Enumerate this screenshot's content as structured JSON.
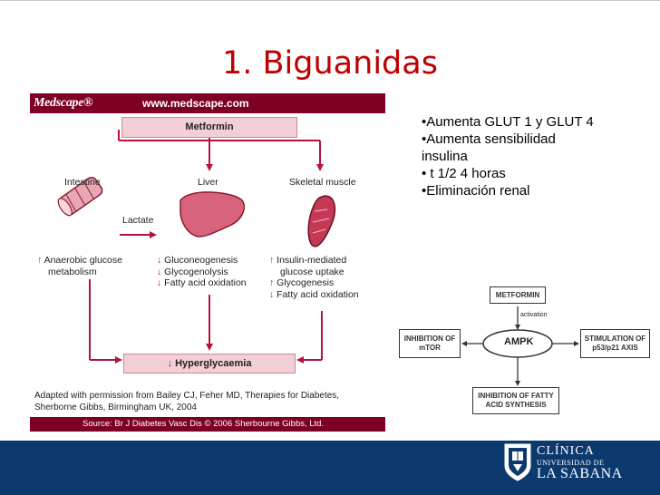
{
  "slide": {
    "title": "1. Biguanidas"
  },
  "figure": {
    "brand": "Medscape®",
    "url": "www.medscape.com",
    "drug": "Metformin",
    "organs": [
      "Intestine",
      "Liver",
      "Skeletal muscle"
    ],
    "lactate": "Lactate",
    "intestine_effects": [
      "Anaerobic glucose",
      "metabolism"
    ],
    "liver_effects": [
      "Gluconeogenesis",
      "Glycogenolysis",
      "Fatty acid oxidation"
    ],
    "muscle_effects": [
      "Insulin-mediated",
      "glucose uptake",
      "Glycogenesis",
      "Fatty acid oxidation"
    ],
    "outcome": "Hyperglycaemia",
    "caption_lines": [
      "Adapted with permission from Bailey CJ, Feher MD, Therapies for Diabetes,",
      "Sherborne Gibbs, Birmingham UK, 2004"
    ],
    "source": "Source: Br J Diabetes Vasc Dis © 2006 Sherbourne Gibbs, Ltd.",
    "arrow_up": "↑",
    "arrow_down": "↓"
  },
  "bullets": [
    "•Aumenta GLUT 1 y GLUT 4",
    "•Aumenta sensibilidad",
    "insulina",
    "• t 1/2 4 horas",
    "•Eliminación renal"
  ],
  "ampk": {
    "metformin": "METFORMIN",
    "activation": "activation",
    "center": "AMPK",
    "left_lines": [
      "INHIBITION OF",
      "mTOR"
    ],
    "right_lines": [
      "STIMULATION OF",
      "p53/p21 AXIS"
    ],
    "bottom_lines": [
      "INHIBITION OF FATTY",
      "ACID SYNTHESIS"
    ]
  },
  "logo": {
    "line1": "CLÍNICA",
    "line2": "UNIVERSIDAD DE",
    "line3": "LA SABANA"
  },
  "colors": {
    "title": "#c00000",
    "figure_header": "#7d0024",
    "box_fill": "#f2cfd5",
    "footer_bar": "#0d3a6e"
  }
}
